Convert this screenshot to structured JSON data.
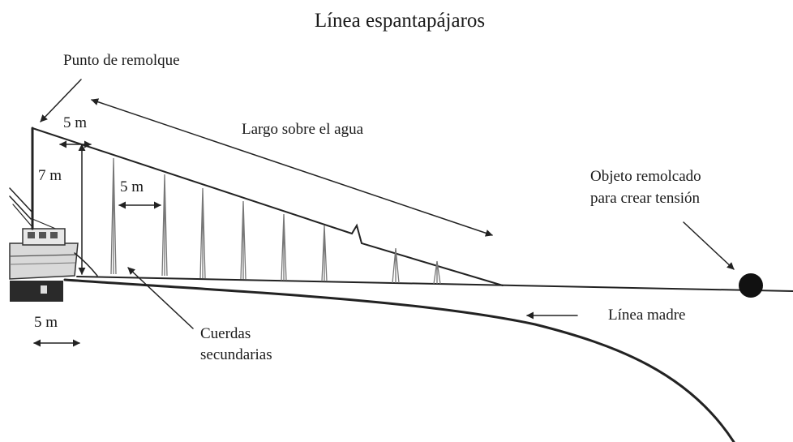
{
  "title": "Línea espantapájaros",
  "labels": {
    "tow_point": "Punto de remolque",
    "dist_top": "5 m",
    "height": "7 m",
    "spacing": "5 m",
    "aerial_length": "Largo sobre el agua",
    "towed_object_1": "Objeto remolcado",
    "towed_object_2": "para crear tensión",
    "main_line": "Línea madre",
    "branch_lines_1": "Cuerdas",
    "branch_lines_2": "secundarias",
    "dist_bottom": "5 m"
  },
  "icons": {
    "vessel": "fishing-vessel-icon",
    "towed_object": "towed-buoy-icon"
  }
}
